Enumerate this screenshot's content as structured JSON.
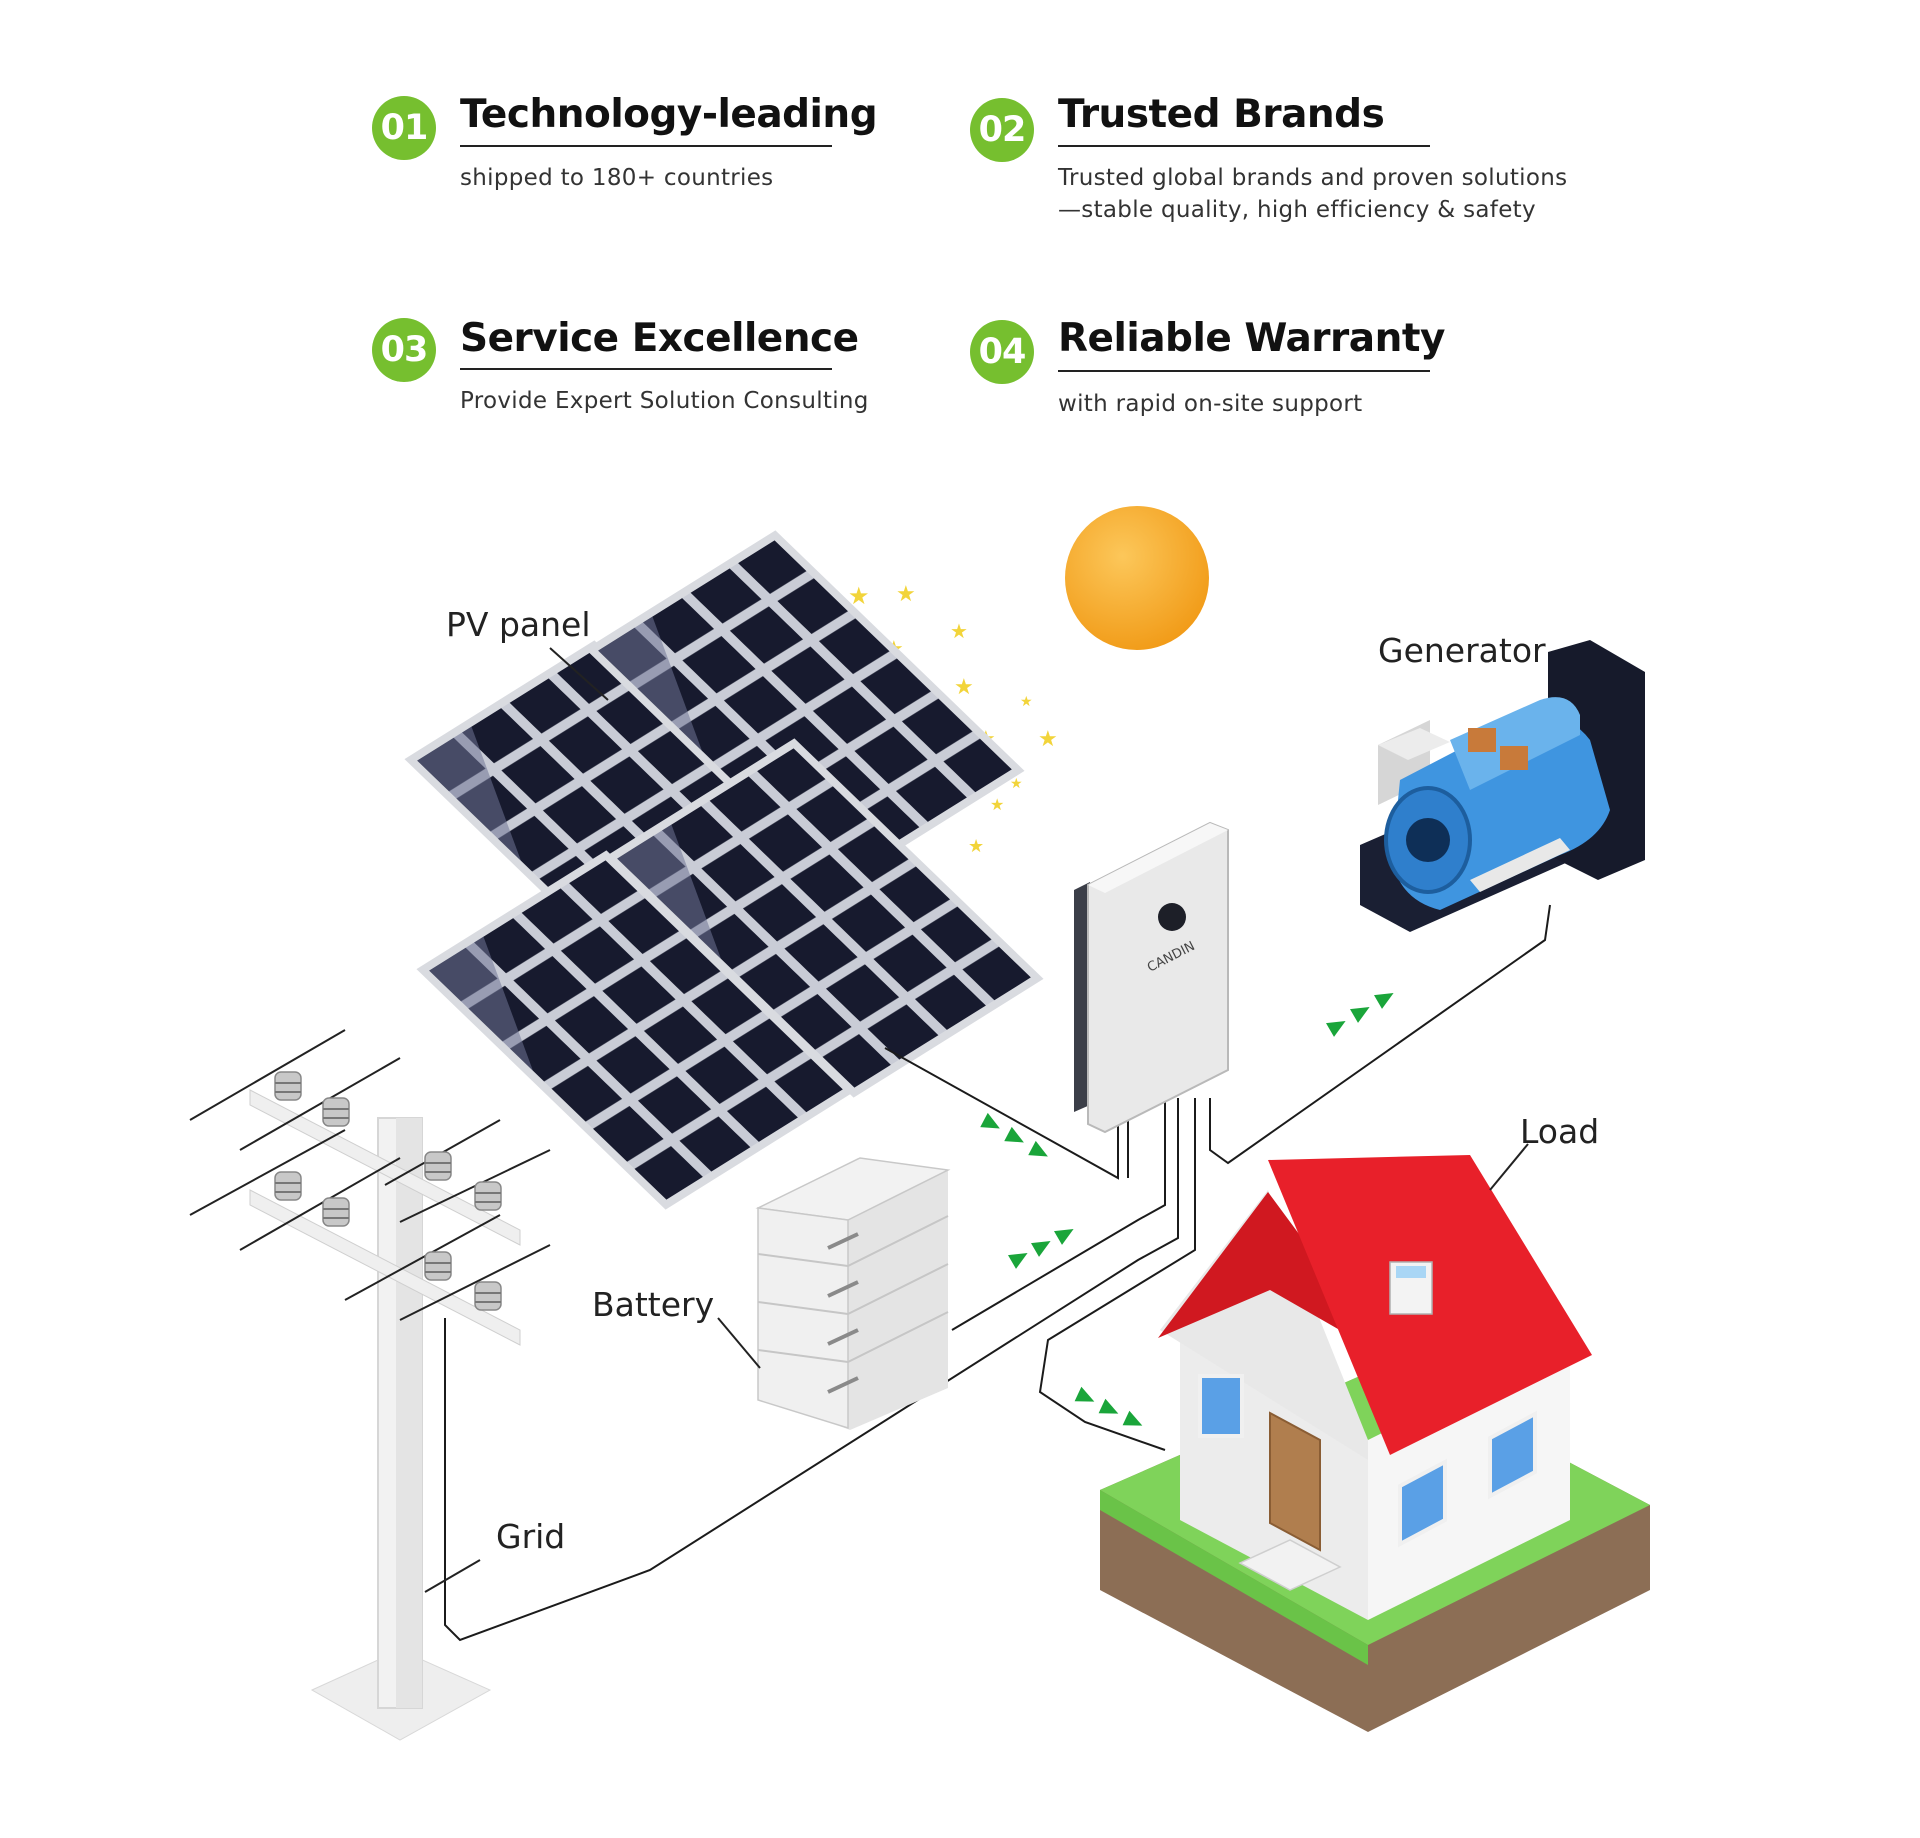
{
  "features": [
    {
      "number": "01",
      "title": "Technology-leading",
      "desc": [
        "shipped to 180+ countries"
      ]
    },
    {
      "number": "02",
      "title": "Trusted Brands",
      "desc": [
        "Trusted global brands and proven solutions",
        "—stable quality, high efficiency & safety"
      ]
    },
    {
      "number": "03",
      "title": "Service Excellence",
      "desc": [
        "Provide Expert Solution Consulting"
      ]
    },
    {
      "number": "04",
      "title": "Reliable Warranty",
      "desc": [
        "with rapid on-site support"
      ]
    }
  ],
  "diagram": {
    "labels": {
      "pv_panel": "PV panel",
      "generator": "Generator",
      "battery": "Battery",
      "load": "Load",
      "grid": "Grid"
    },
    "inverter_brand": "CANDIN"
  },
  "colors": {
    "accent_green": "#76bf2f",
    "flow_arrow": "#1aa53a",
    "sun": "#f5a623",
    "roof": "#e8202a",
    "grass": "#7fd35a",
    "generator_blue": "#3f95e0",
    "panel_cell": "#1c1f33"
  }
}
